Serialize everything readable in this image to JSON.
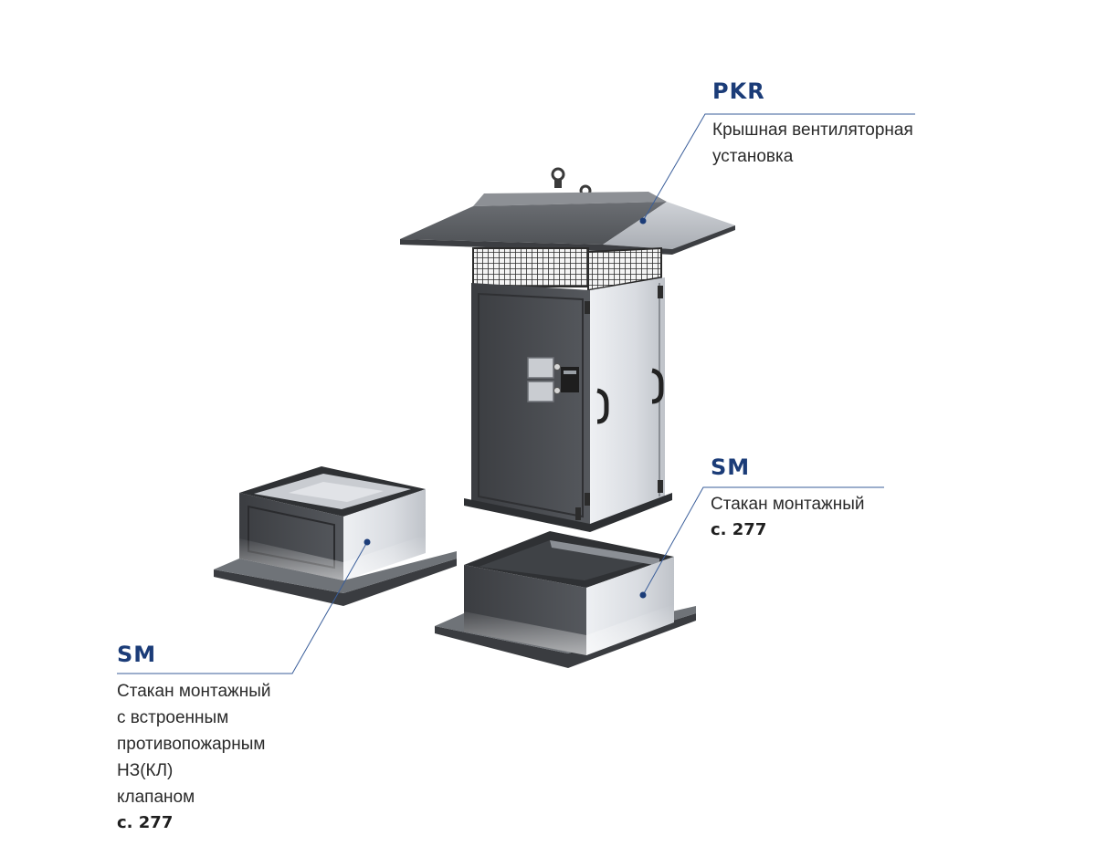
{
  "callouts": {
    "pkr": {
      "code": "PKR",
      "lines": [
        "Крышная вентиляторная",
        "установка"
      ]
    },
    "sm_right": {
      "code": "SM",
      "lines": [
        "Стакан монтажный"
      ],
      "page_ref": "с. 277"
    },
    "sm_left": {
      "code": "SM",
      "lines": [
        "Стакан монтажный",
        "с встроенным",
        "противопожарным",
        "НЗ(КЛ)",
        "клапаном"
      ],
      "page_ref": "с. 277"
    }
  },
  "colors": {
    "accent": "#1b3c78",
    "steel_dark": "#4a4c50",
    "steel_light": "#d8dbe0"
  }
}
